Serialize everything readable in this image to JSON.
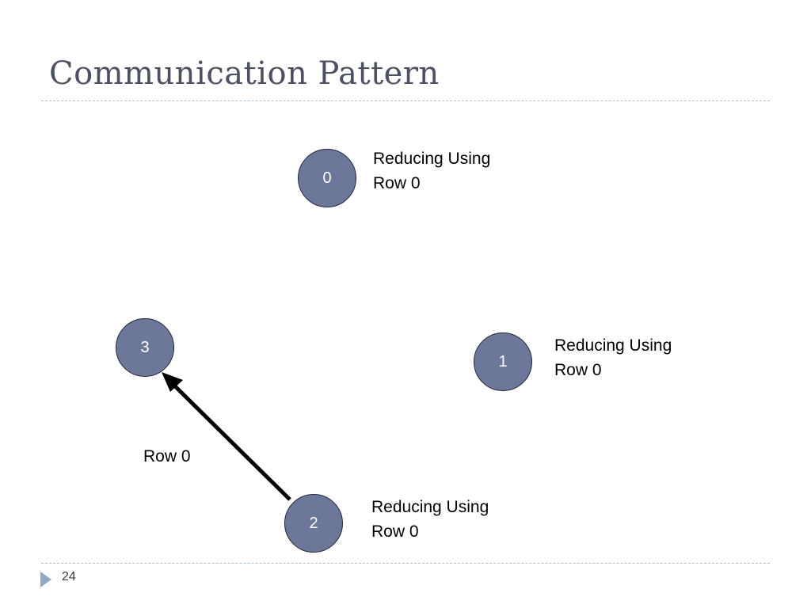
{
  "slide": {
    "title": "Communication Pattern",
    "page_number": "24"
  },
  "nodes": [
    {
      "id": "0",
      "label": "0"
    },
    {
      "id": "1",
      "label": "1"
    },
    {
      "id": "2",
      "label": "2"
    },
    {
      "id": "3",
      "label": "3"
    }
  ],
  "node_labels": {
    "node_0": {
      "line1": "Reducing Using",
      "line2": "Row 0"
    },
    "node_1": {
      "line1": "Reducing Using",
      "line2": "Row 0"
    },
    "node_2": {
      "line1": "Reducing Using",
      "line2": "Row 0"
    }
  },
  "edge": {
    "from": "2",
    "to": "3",
    "label": "Row 0"
  },
  "colors": {
    "node_fill": "#6c779a",
    "node_stroke": "#1f2533",
    "title": "#4d5060",
    "arrow": "#000000",
    "rule": "#b3bfcb",
    "footer_marker": "#94a8c2"
  }
}
